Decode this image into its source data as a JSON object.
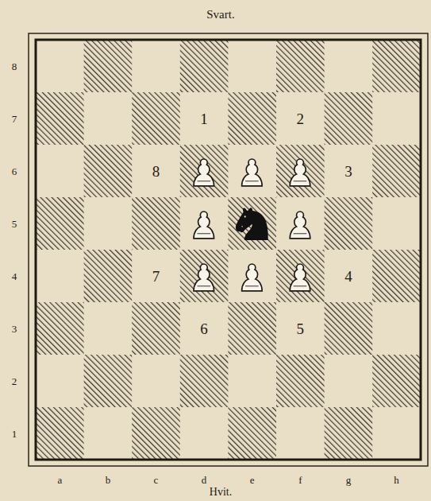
{
  "diagram": {
    "labels": [
      "Svart.",
      "8",
      "7",
      "6",
      "5",
      "4",
      "3",
      "2",
      "1",
      "1",
      "2",
      "3",
      "4",
      "5",
      "6",
      "7",
      "8",
      "a",
      "b",
      "c",
      "d",
      "e",
      "f",
      "g",
      "h",
      "Hvit."
    ]
  }
}
